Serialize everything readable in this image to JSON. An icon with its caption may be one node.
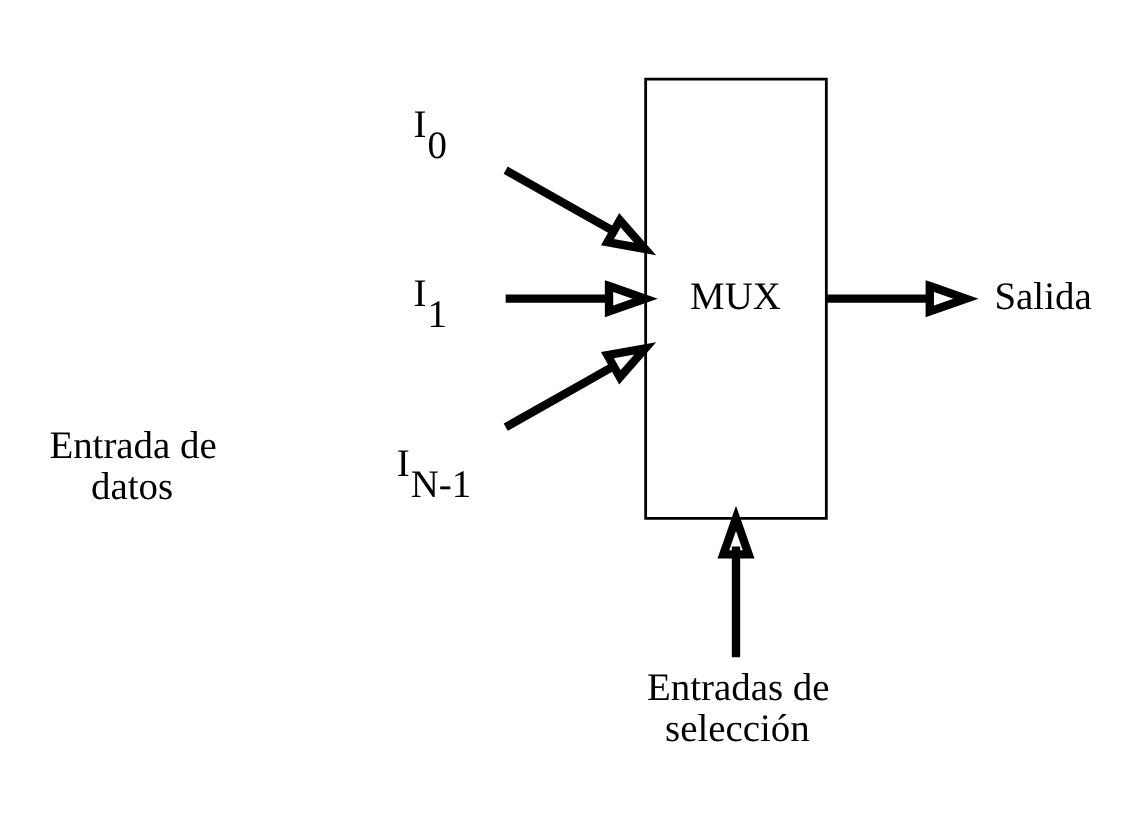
{
  "diagram": {
    "nodes": [
      {
        "text": [
          "I$_{0}$"
        ]
      },
      {
        "text": [
          "I$_{1}$"
        ]
      },
      {
        "text": [
          "I$_{N-1}$"
        ]
      },
      {
        "text": [
          "MUX"
        ]
      },
      {
        "text": [
          "Salida"
        ]
      },
      {
        "text": [
          "Entradas de selección"
        ]
      }
    ],
    "edges": [
      {
        "from": 0,
        "to": 3,
        "arrow": "to"
      },
      {
        "from": 1,
        "to": 3,
        "arrow": "to"
      },
      {
        "from": 2,
        "to": 3,
        "arrow": "to"
      },
      {
        "from": 3,
        "to": 4,
        "arrow": "to"
      },
      {
        "from": 5,
        "to": 3,
        "arrow": "to"
      }
    ],
    "labels": [
      "Entrada de datos"
    ]
  }
}
